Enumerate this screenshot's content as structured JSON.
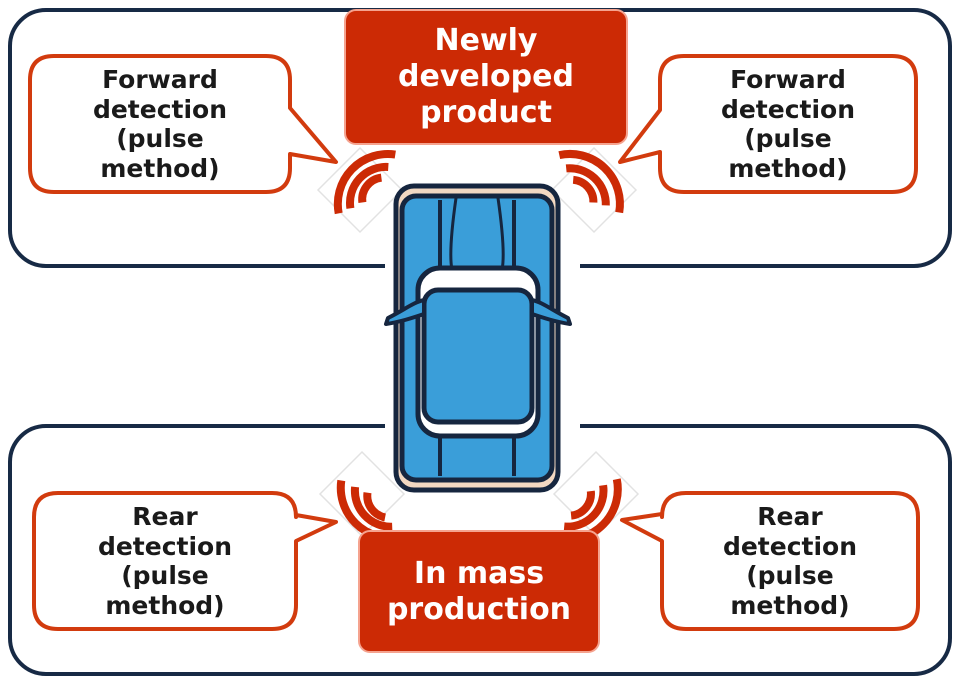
{
  "labels": {
    "newly_developed": "Newly developed product",
    "in_mass_production": "In mass production"
  },
  "callouts": {
    "front_left": "Forward detection (pulse method)",
    "front_right": "Forward detection (pulse method)",
    "rear_left": "Rear detection (pulse method)",
    "rear_right": "Rear detection (pulse method)"
  },
  "colors": {
    "frame": "#172a45",
    "accent_red": "#cc2a05",
    "callout_border": "#d23b0e",
    "car_body": "#3a9ed9",
    "car_outline": "#16263f",
    "car_base": "#f2d8c2"
  },
  "icons": [
    "car-top-view-icon",
    "radar-wave-icon"
  ]
}
